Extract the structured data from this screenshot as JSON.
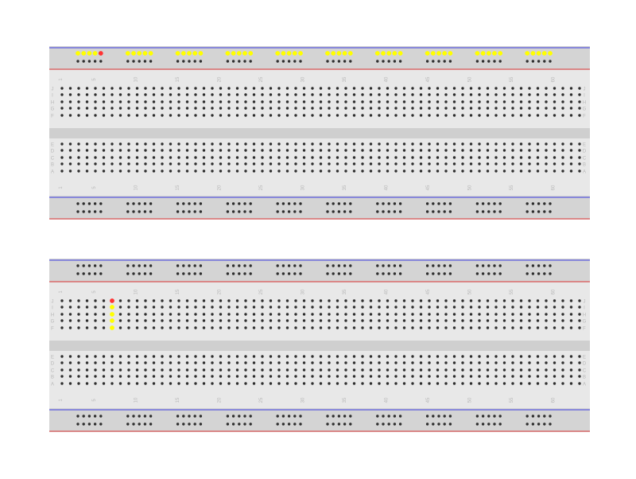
{
  "colors": {
    "board": "#e8e8e8",
    "board_dark": "#d4d4d4",
    "trench": "#cfcfcf",
    "hole": "#2e2e2e",
    "highlight": "#ffff00",
    "selected": "#ff3333",
    "positive_line": "#e03a3a",
    "negative_line": "#3a3ae0",
    "label": "#b8b8b8"
  },
  "boards": [
    {
      "id": "breadboard-top",
      "column_count": 63,
      "column_labels": [
        "1",
        "5",
        "10",
        "15",
        "20",
        "25",
        "30",
        "35",
        "40",
        "45",
        "50",
        "55",
        "60"
      ],
      "rows_upper": [
        "J",
        "I",
        "H",
        "G",
        "F"
      ],
      "rows_lower": [
        "E",
        "D",
        "C",
        "B",
        "A"
      ],
      "rail_line_order_top": [
        "negative",
        "positive"
      ],
      "rail_line_order_bottom": [
        "negative",
        "positive"
      ],
      "highlight": {
        "kind": "rail",
        "rail": "top",
        "row": 0,
        "selected_index": 4
      }
    },
    {
      "id": "breadboard-bottom",
      "column_count": 63,
      "column_labels": [
        "1",
        "5",
        "10",
        "15",
        "20",
        "25",
        "30",
        "35",
        "40",
        "45",
        "50",
        "55",
        "60"
      ],
      "rows_upper": [
        "J",
        "I",
        "H",
        "G",
        "F"
      ],
      "rows_lower": [
        "E",
        "D",
        "C",
        "B",
        "A"
      ],
      "rail_line_order_top": [
        "negative",
        "positive"
      ],
      "rail_line_order_bottom": [
        "negative",
        "positive"
      ],
      "highlight": {
        "kind": "column",
        "column": 6,
        "selected_row": 0
      }
    }
  ]
}
